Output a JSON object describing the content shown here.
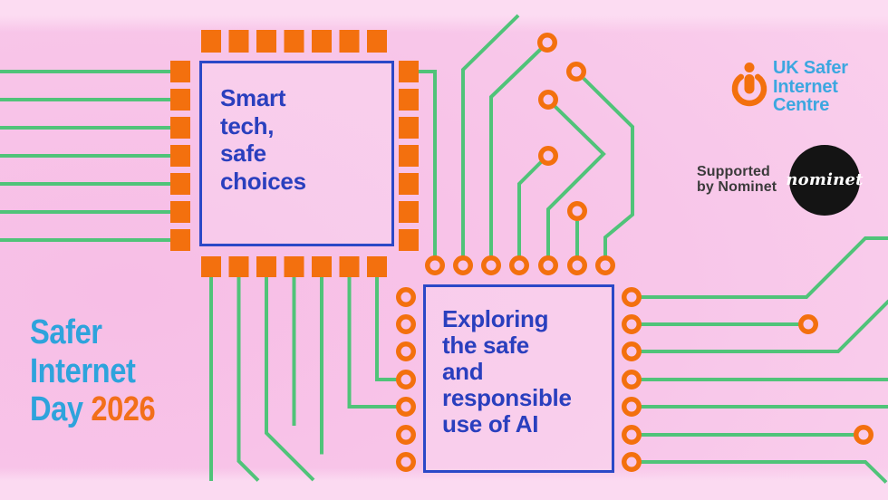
{
  "event": {
    "title_line1": "Safer",
    "title_line2": "Internet",
    "title_line3_prefix": "Day",
    "year": "2026"
  },
  "chips": {
    "smart_tech": {
      "lines": [
        "Smart",
        "tech,",
        "safe",
        "choices"
      ]
    },
    "ai": {
      "lines": [
        "Exploring",
        "the safe",
        "and",
        "responsible",
        "use of AI"
      ]
    }
  },
  "branding": {
    "uksic": {
      "lines": [
        "UK Safer",
        "Internet",
        "Centre"
      ]
    },
    "supported_by": {
      "lines": [
        "Supported",
        "by Nominet"
      ]
    },
    "nominet": {
      "wordmark": "nominet"
    }
  },
  "colors": {
    "background_pink": "#f8c6e9",
    "letterbox_pink": "#fcdcf2",
    "trace_green": "#50c379",
    "accent_orange": "#f3700e",
    "chip_border_blue": "#2b48c7",
    "chip_text_blue": "#2a3fbe",
    "uksic_blue": "#3ca7e0",
    "title_blue": "#2ea3dc",
    "year_orange": "#f26f1a",
    "supported_text": "#3b3b3b",
    "nominet_black": "#141414"
  }
}
